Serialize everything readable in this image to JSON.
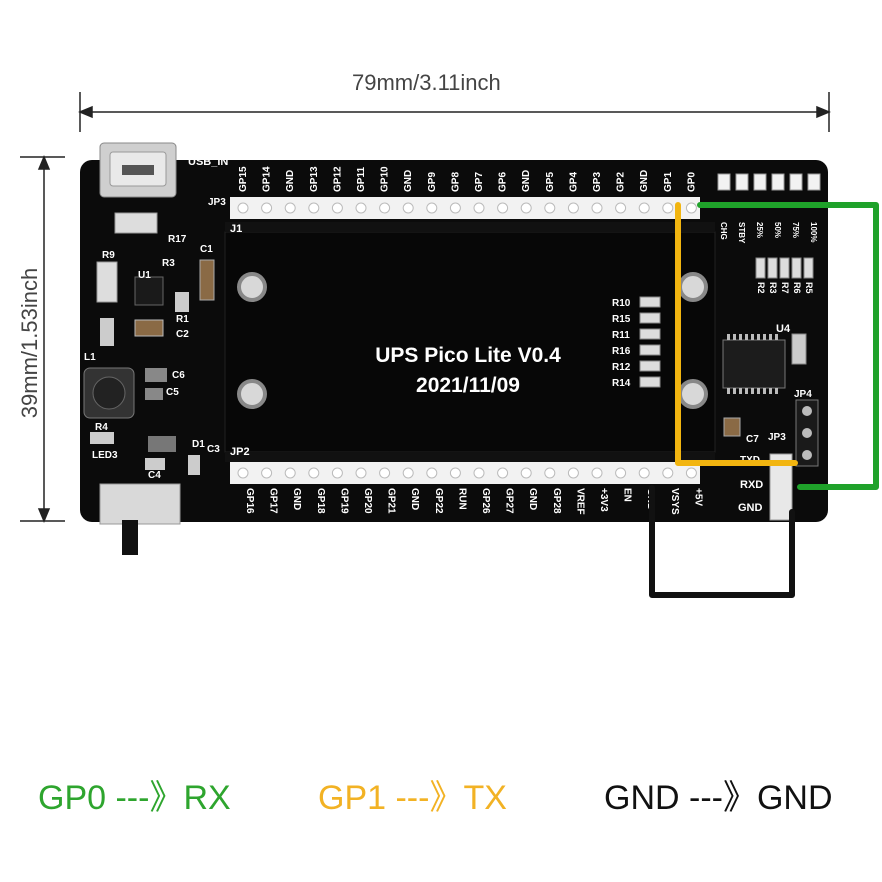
{
  "dimensions": {
    "width_label": "79mm/3.11inch",
    "height_label": "39mm/1.53inch"
  },
  "board": {
    "title": "UPS Pico Lite V0.4",
    "date": "2021/11/09",
    "usb_label": "USB_IN",
    "header_top_label": "JP3",
    "header_j1_label": "J1",
    "header_bottom_label": "JP2",
    "top_pins": [
      "GP15",
      "GP14",
      "GND",
      "GP13",
      "GP12",
      "GP11",
      "GP10",
      "GND",
      "GP9",
      "GP8",
      "GP7",
      "GP6",
      "GND",
      "GP5",
      "GP4",
      "GP3",
      "GP2",
      "GND",
      "GP1",
      "GP0"
    ],
    "bottom_pins": [
      "GP16",
      "GP17",
      "GND",
      "GP18",
      "GP19",
      "GP20",
      "GP21",
      "GND",
      "GP22",
      "RUN",
      "GP26",
      "GP27",
      "GND",
      "GP28",
      "VREF",
      "+3V3",
      "EN",
      "GND",
      "VSYS",
      "+5V"
    ],
    "resistor_labels": [
      "R10",
      "R15",
      "R11",
      "R16",
      "R12",
      "R14"
    ],
    "led_labels": [
      "CHG",
      "STBY",
      "25%",
      "50%",
      "75%",
      "100%"
    ],
    "led_res_labels": [
      "R2",
      "R3",
      "R7",
      "R6",
      "R5"
    ],
    "left_labels": [
      "R17",
      "R9",
      "R3",
      "U1",
      "C1",
      "R1",
      "C2",
      "L1",
      "C6",
      "C5",
      "R4",
      "LED3",
      "C4",
      "D1",
      "C3"
    ],
    "u4_label": "U4",
    "jp4_label": "JP4",
    "c7_label": "C7",
    "jp3_small": "JP3",
    "txd_label": "TXD",
    "rxd_label": "RXD",
    "gnd_label": "GND"
  },
  "wires": {
    "green": "#1fa22a",
    "yellow": "#f2b510",
    "black": "#111111"
  },
  "legend": {
    "green_text": "GP0 ---》RX",
    "yellow_text": "GP1 ---》TX",
    "black_text": "GND ---》GND",
    "green_color": "#2ea52e",
    "yellow_color": "#f2b224",
    "black_color": "#111111"
  }
}
